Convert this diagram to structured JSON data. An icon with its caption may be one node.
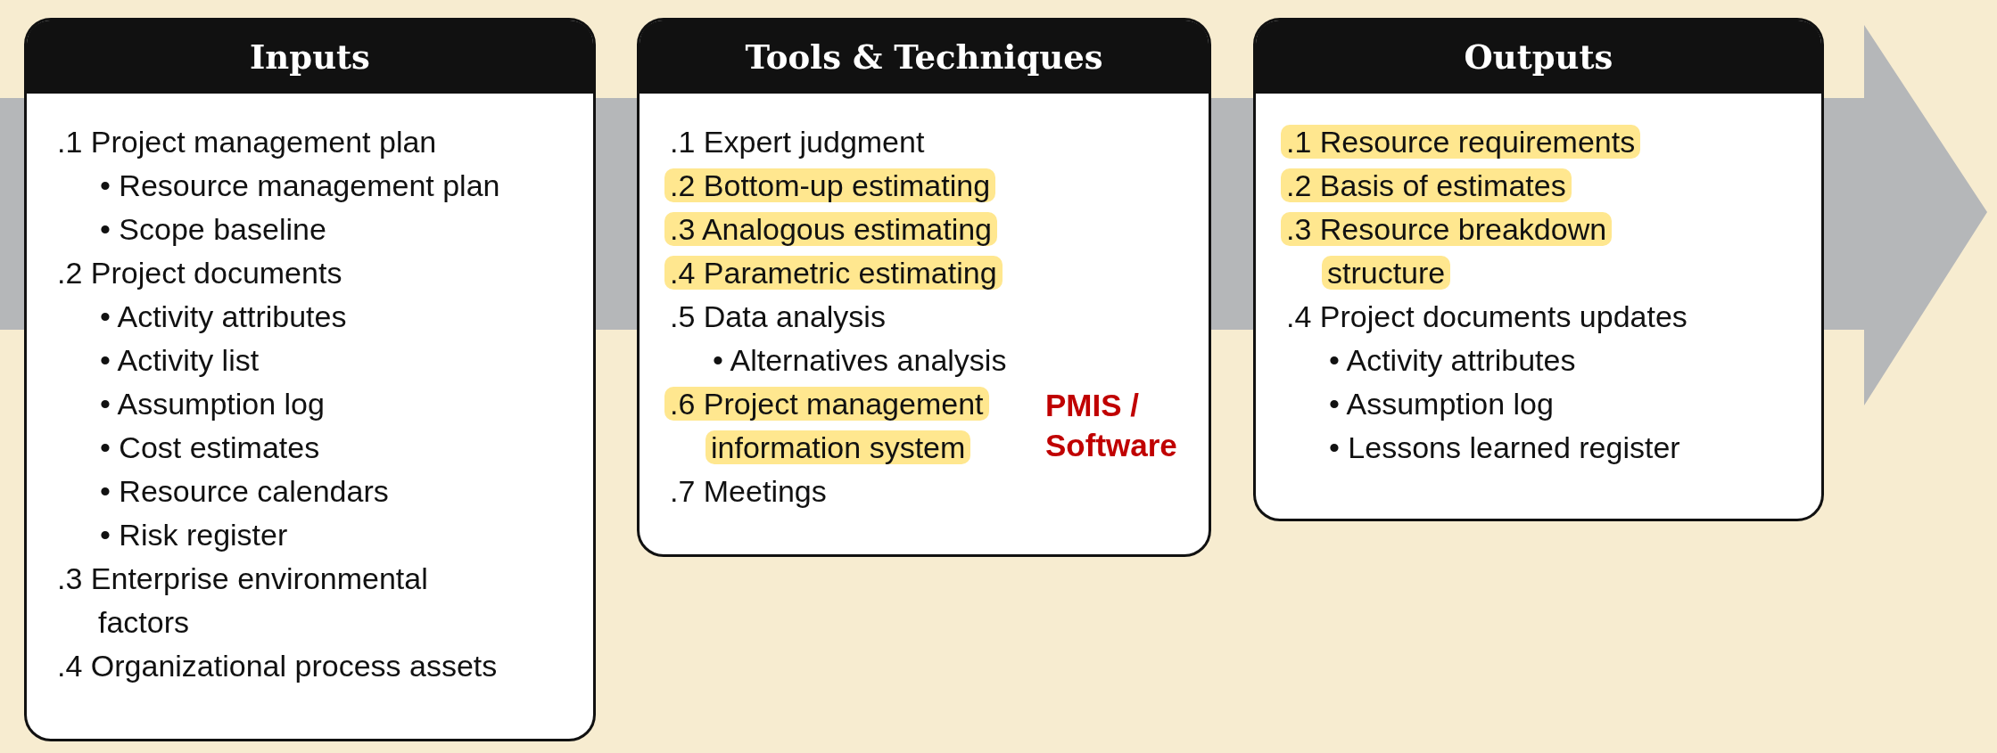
{
  "diagram": {
    "nodes": [
      {
        "text": [
          "Inputs",
          ".1 Project management plan",
          "• Resource management plan",
          "• Scope baseline",
          ".2 Project documents",
          "• Activity attributes",
          "• Activity list",
          "• Assumption log",
          "• Cost estimates",
          "• Resource calendars",
          "• Risk register",
          ".3 Enterprise environmental factors",
          ".4 Organizational process assets"
        ]
      },
      {
        "text": [
          "Tools & Techniques",
          ".1 Expert judgment",
          ".2 Bottom-up estimating",
          ".3 Analogous estimating",
          ".4 Parametric estimating",
          ".5 Data analysis",
          "• Alternatives analysis",
          ".6 Project management information system",
          ".7 Meetings"
        ]
      },
      {
        "text": [
          "Outputs",
          ".1 Resource requirements",
          ".2 Basis of estimates",
          ".3 Resource breakdown structure",
          ".4 Project documents updates",
          "• Activity attributes",
          "• Assumption log",
          "• Lessons learned register"
        ]
      }
    ],
    "edges": [],
    "labels": [
      "PMIS / Software"
    ]
  }
}
